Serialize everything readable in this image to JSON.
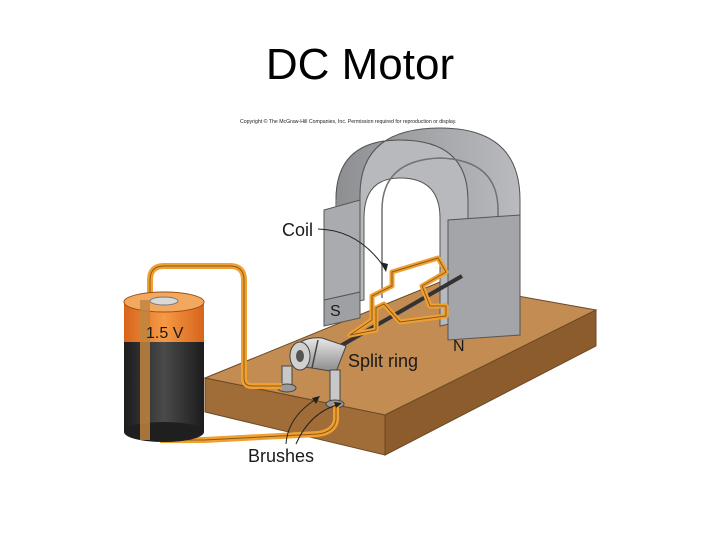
{
  "slide": {
    "title": "DC Motor"
  },
  "diagram": {
    "copyright": "Copyright © The McGraw-Hill Companies, Inc. Permission required for reproduction or display.",
    "labels": {
      "coil": "Coil",
      "split_ring": "Split ring",
      "brushes": "Brushes",
      "pole_s": "S",
      "pole_n": "N",
      "battery_voltage": "1.5 V"
    },
    "colors": {
      "base_wood": "#c08a4e",
      "magnet_gray": "#a7a9ac",
      "wire_orange": "#f0a030",
      "battery_orange": "#e8782a",
      "battery_dark": "#2e2e2e"
    }
  }
}
